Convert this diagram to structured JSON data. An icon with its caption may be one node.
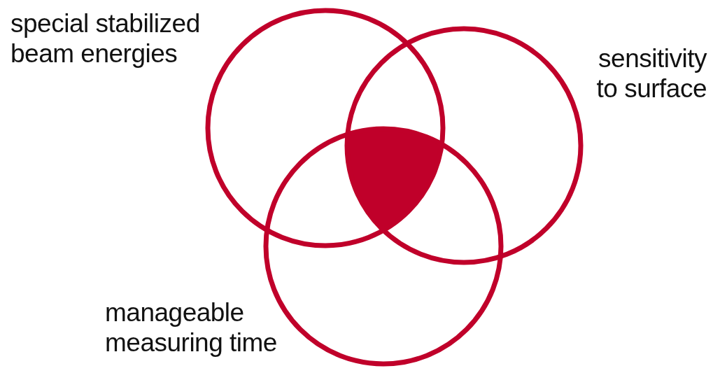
{
  "diagram": {
    "nodes": [
      {
        "text": [
          "special stabilized beam energies"
        ]
      },
      {
        "text": [
          "sensitivity to surface"
        ]
      },
      {
        "text": [
          "manageable measuring time"
        ]
      },
      {
        "text": [],
        "shape": "triangle"
      }
    ],
    "edges": []
  }
}
